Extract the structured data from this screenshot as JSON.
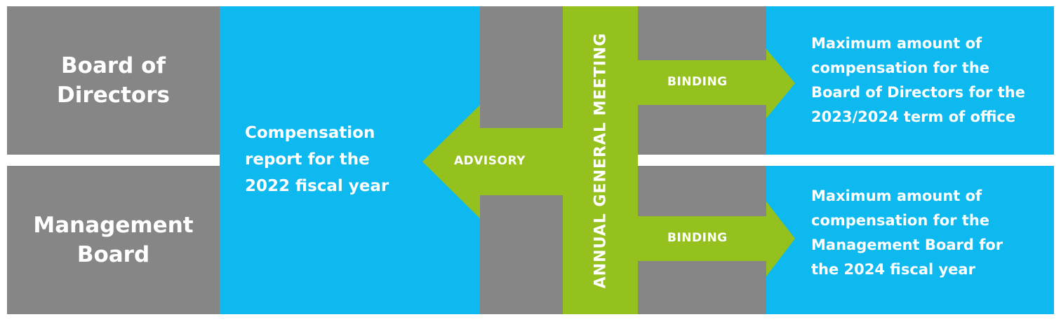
{
  "colors": {
    "gray": "#868686",
    "blue": "#0DB9EE",
    "green": "#95C11F",
    "text": "#FFFFFF"
  },
  "entities": [
    {
      "label_line1": "Board of",
      "label_line2": "Directors"
    },
    {
      "label_line1": "Management",
      "label_line2": "Board"
    }
  ],
  "report": {
    "line1": "Compensation",
    "line2": "report for the",
    "line3": "2022 fiscal year"
  },
  "meeting": {
    "label": "ANNUAL GENERAL MEETING"
  },
  "arrows": {
    "advisory": {
      "label": "ADVISORY",
      "direction": "left"
    },
    "binding_top": {
      "label": "BINDING",
      "direction": "right"
    },
    "binding_bottom": {
      "label": "BINDING",
      "direction": "right"
    }
  },
  "outcomes": [
    {
      "line1": "Maximum amount of",
      "line2": "compensation for the",
      "line3": "Board of Directors for the",
      "line4": "2023/2024 term of office"
    },
    {
      "line1": "Maximum amount of",
      "line2": "compensation for the",
      "line3": "Management Board for",
      "line4": "the 2024 fiscal year"
    }
  ]
}
